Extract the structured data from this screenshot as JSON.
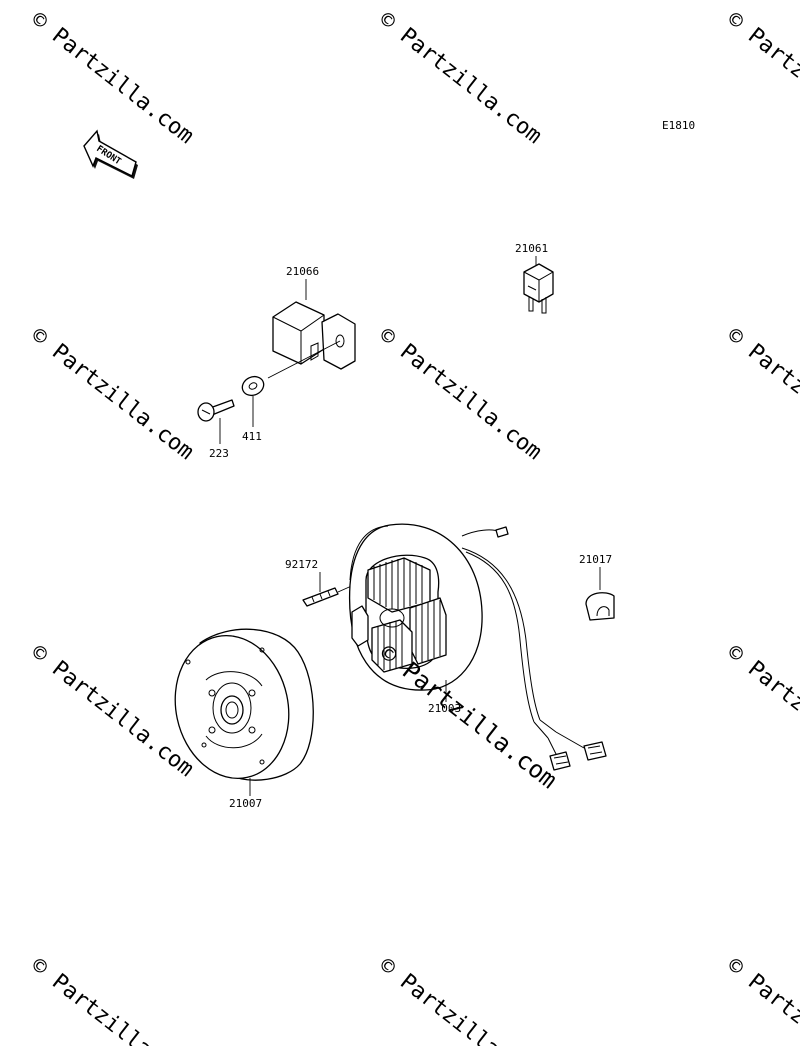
{
  "diagram": {
    "code": "E1810",
    "front_label": "FRONT",
    "watermark_text": "© Partzilla.com",
    "parts": [
      {
        "number": "21066"
      },
      {
        "number": "21061"
      },
      {
        "number": "223"
      },
      {
        "number": "411"
      },
      {
        "number": "92172"
      },
      {
        "number": "21017"
      },
      {
        "number": "21007"
      },
      {
        "number": "21003"
      }
    ]
  }
}
